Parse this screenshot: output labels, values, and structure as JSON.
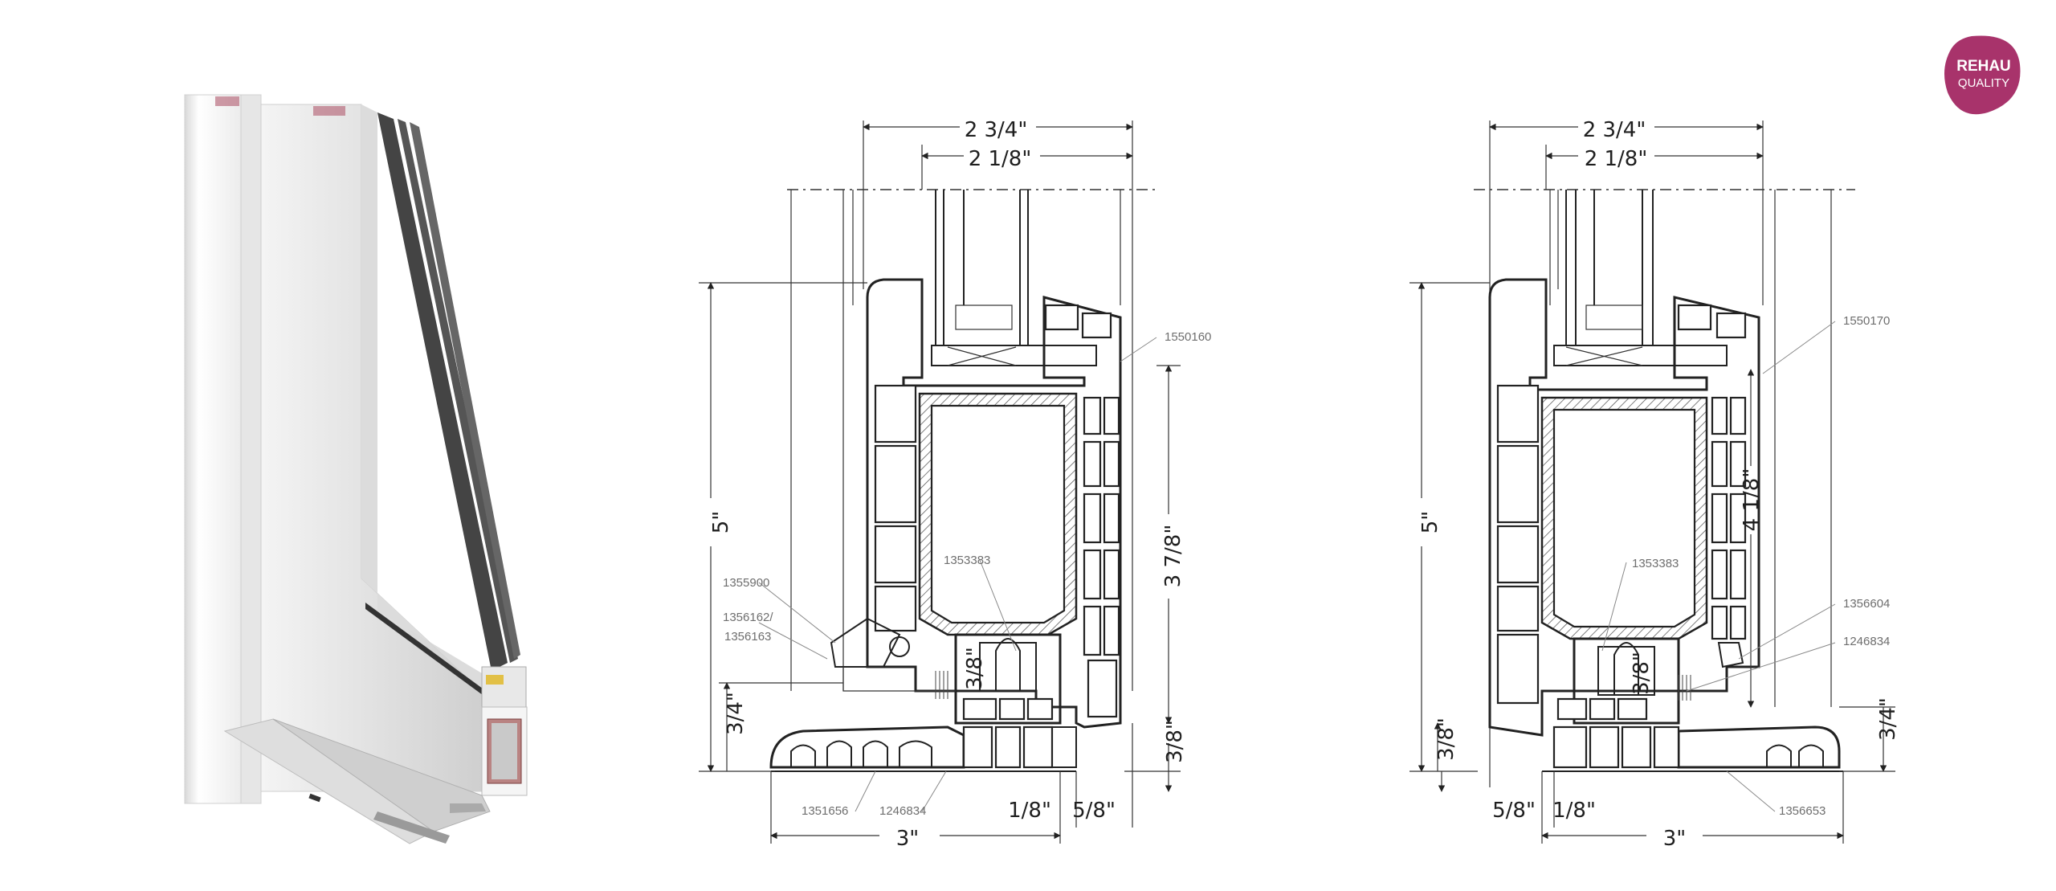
{
  "logo": {
    "line1": "REHAU",
    "line2": "QUALITY",
    "color": "#a8336b"
  },
  "drawing_left": {
    "dimensions": {
      "top_outer": "2 3/4\"",
      "top_inner": "2 1/8\"",
      "left_height": "5\"",
      "right_height": "3 7/8\"",
      "left_sill": "3/4\"",
      "center_small": "3/8\"",
      "right_bottom": "3/8\"",
      "bottom_width": "3\"",
      "bottom_a": "1/8\"",
      "bottom_b": "5/8\""
    },
    "parts": {
      "p1": "1550160",
      "p2": "1353383",
      "p3": "1355900",
      "p4a": "1356162/",
      "p4b": "1356163",
      "p5": "1351656",
      "p6": "1246834"
    }
  },
  "drawing_right": {
    "dimensions": {
      "top_outer": "2 3/4\"",
      "top_inner": "2 1/8\"",
      "left_height": "5\"",
      "right_height": "4 1/8\"",
      "center_small": "3/8\"",
      "right_sill": "3/4\"",
      "left_bottom": "3/8\"",
      "bottom_a": "5/8\"",
      "bottom_b": "1/8\"",
      "bottom_width": "3\""
    },
    "parts": {
      "p1": "1550170",
      "p2": "1353383",
      "p3": "1356604",
      "p4": "1246834",
      "p5": "1356653"
    }
  }
}
